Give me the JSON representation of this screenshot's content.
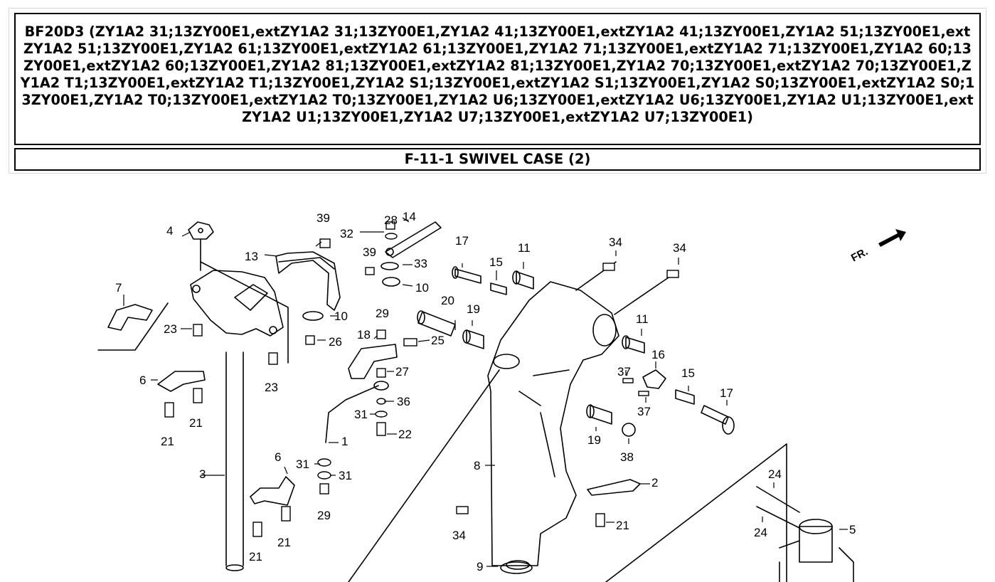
{
  "header": {
    "title": "BF20D3 (ZY1A2 31;13ZY00E1,extZY1A2 31;13ZY00E1,ZY1A2 41;13ZY00E1,extZY1A2 41;13ZY00E1,ZY1A2 51;13ZY00E1,extZY1A2 51;13ZY00E1,ZY1A2 61;13ZY00E1,extZY1A2 61;13ZY00E1,ZY1A2 71;13ZY00E1,extZY1A2 71;13ZY00E1,ZY1A2 60;13ZY00E1,extZY1A2 60;13ZY00E1,ZY1A2 81;13ZY00E1,extZY1A2 81;13ZY00E1,ZY1A2 70;13ZY00E1,extZY1A2 70;13ZY00E1,ZY1A2 T1;13ZY00E1,extZY1A2 T1;13ZY00E1,ZY1A2 S1;13ZY00E1,extZY1A2 S1;13ZY00E1,ZY1A2 S0;13ZY00E1,extZY1A2 S0;13ZY00E1,ZY1A2 T0;13ZY00E1,extZY1A2 T0;13ZY00E1,ZY1A2 U6;13ZY00E1,extZY1A2 U6;13ZY00E1,ZY1A2 U1;13ZY00E1,extZY1A2 U1;13ZY00E1,ZY1A2 U7;13ZY00E1,extZY1A2 U7;13ZY00E1)",
    "section": "F-11-1 SWIVEL CASE (2)"
  },
  "diagram": {
    "direction_label": "FR.",
    "callouts": [
      "39",
      "28",
      "14",
      "32",
      "4",
      "13",
      "39",
      "33",
      "17",
      "15",
      "11",
      "34",
      "34",
      "10",
      "7",
      "10",
      "20",
      "19",
      "23",
      "29",
      "11",
      "26",
      "16",
      "18",
      "25",
      "23",
      "27",
      "37",
      "15",
      "17",
      "6",
      "36",
      "37",
      "31",
      "22",
      "21",
      "1",
      "19",
      "38",
      "21",
      "3",
      "31",
      "31",
      "6",
      "8",
      "2",
      "29",
      "24",
      "21",
      "21",
      "34",
      "21",
      "24",
      "5",
      "9"
    ]
  }
}
